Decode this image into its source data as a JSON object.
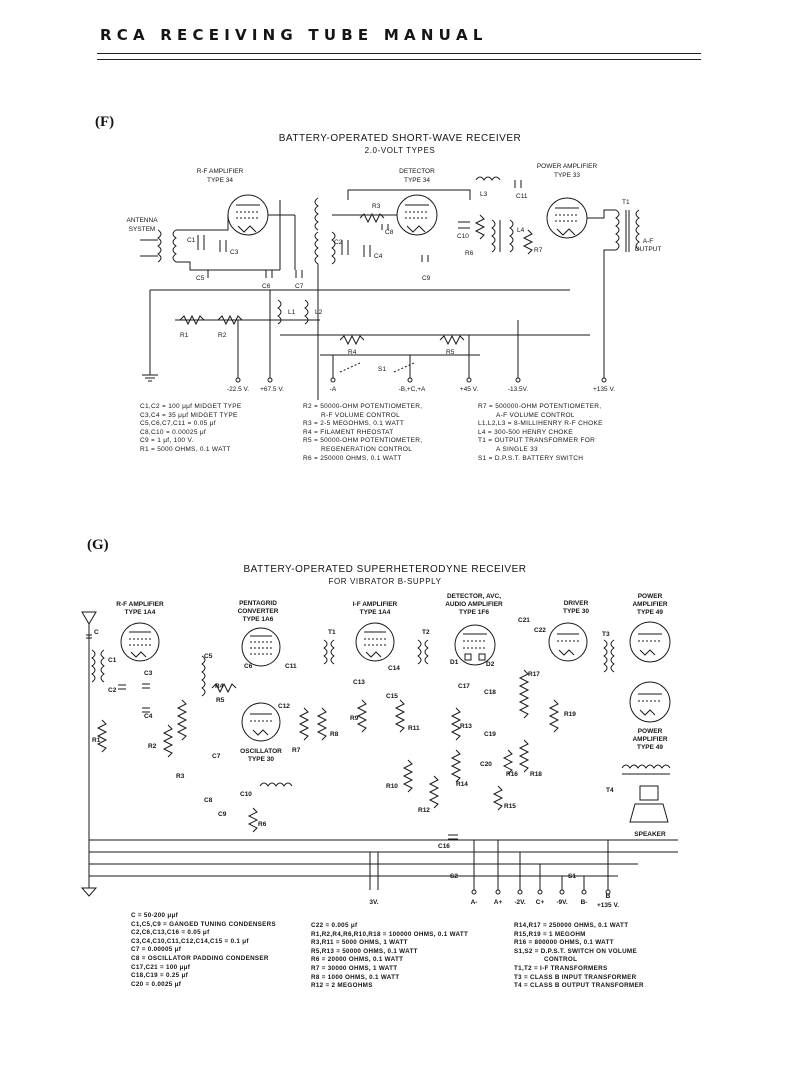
{
  "header": {
    "title": "R C A   R E C E I V I N G   T U B E   M A N U A L"
  },
  "section_f": {
    "label": "(F)",
    "title": "BATTERY-OPERATED SHORT-WAVE RECEIVER",
    "subtitle": "2.0-VOLT TYPES",
    "stages": [
      {
        "name": "R-F AMPLIFIER",
        "type": "TYPE 34"
      },
      {
        "name": "DETECTOR",
        "type": "TYPE 34"
      },
      {
        "name": "POWER AMPLIFIER",
        "type": "TYPE 33"
      }
    ],
    "antenna": [
      "ANTENNA",
      "SYSTEM"
    ],
    "output": [
      "A-F",
      "OUTPUT"
    ],
    "components": [
      "C1",
      "C2",
      "C3",
      "C4",
      "C5",
      "C6",
      "C7",
      "C8",
      "C9",
      "C10",
      "C11",
      "R1",
      "R2",
      "R3",
      "R4",
      "R5",
      "R6",
      "R7",
      "L1",
      "L2",
      "L3",
      "L4",
      "T1",
      "S1"
    ],
    "terminals": [
      "-22.5 V.",
      "+67.5 V.",
      "-A",
      "-B,+C,+A",
      "+45 V.",
      "-13.5V.",
      "+135 V."
    ],
    "legend_col1": [
      "C1,C2 = 100 μμf MIDGET TYPE",
      "C3,C4 = 35 μμf MIDGET TYPE",
      "C5,C6,C7,C11 = 0.05 μf",
      "C8,C10 = 0.00025 μf",
      "C9 = 1 μf, 100 V.",
      "R1 = 5000 OHMS, 0.1 WATT"
    ],
    "legend_col2": [
      "R2 = 50000-OHM POTENTIOMETER,",
      "R-F VOLUME CONTROL",
      "R3 = 2-5 MEGOHMS, 0.1 WATT",
      "R4 = FILAMENT RHEOSTAT",
      "R5 = 50000-OHM POTENTIOMETER,",
      "REGENERATION CONTROL",
      "R6 = 250000 OHMS, 0.1 WATT"
    ],
    "legend_col3": [
      "R7 = 500000-OHM POTENTIOMETER,",
      "A-F VOLUME CONTROL",
      "L1,L2,L3 = 8-MILLIHENRY R-F CHOKE",
      "L4 = 300-500 HENRY CHOKE",
      "T1 = OUTPUT TRANSFORMER FOR",
      "A SINGLE 33",
      "S1 = D.P.S.T. BATTERY SWITCH"
    ]
  },
  "section_g": {
    "label": "(G)",
    "title": "BATTERY-OPERATED SUPERHETERODYNE RECEIVER",
    "subtitle": "FOR VIBRATOR B-SUPPLY",
    "stages": [
      {
        "name": "R-F AMPLIFIER",
        "type": "TYPE 1A4"
      },
      {
        "name": "PENTAGRID",
        "name2": "CONVERTER",
        "type": "TYPE 1A6"
      },
      {
        "name": "I-F AMPLIFIER",
        "type": "TYPE 1A4"
      },
      {
        "name": "DETECTOR, AVC,",
        "name2": "AUDIO AMPLIFIER",
        "type": "TYPE 1F6"
      },
      {
        "name": "DRIVER",
        "type": "TYPE 30"
      },
      {
        "name": "POWER",
        "name2": "AMPLIFIER",
        "type": "TYPE 49"
      }
    ],
    "oscillator": [
      "OSCILLATOR",
      "TYPE 30"
    ],
    "power_amp_lower": [
      "POWER",
      "AMPLIFIER",
      "TYPE 49"
    ],
    "speaker": "SPEAKER",
    "terminals": [
      "3V.",
      "A-",
      "A+",
      "-2V.",
      "C+",
      "-9V.",
      "B-",
      "B",
      "+135 V."
    ],
    "legend_col1": [
      "C = 50-200 μμf",
      "C1,C5,C9 = GANGED TUNING CONDENSERS",
      "C2,C6,C13,C16 = 0.05 μf",
      "C3,C4,C10,C11,C12,C14,C15 = 0.1 μf",
      "C7 = 0.00005 μf",
      "C8 = OSCILLATOR PADDING CONDENSER",
      "C17,C21 = 100 μμf",
      "C18,C19 = 0.25 μf",
      "C20 = 0.0025 μf"
    ],
    "legend_col2": [
      "C22 = 0.005 μf",
      "R1,R2,R4,R6,R10,R18 = 100000 OHMS, 0.1 WATT",
      "R3,R11 = 5000 OHMS, 1 WATT",
      "R5,R13 = 50000 OHMS, 0.1 WATT",
      "R6 = 20000 OHMS, 0.1 WATT",
      "R7 = 30000 OHMS, 1 WATT",
      "R8 = 1000 OHMS, 0.1 WATT",
      "R12 = 2 MEGOHMS"
    ],
    "legend_col3": [
      "R14,R17 = 250000 OHMS, 0.1 WATT",
      "R15,R19 = 1 MEGOHM",
      "R16 = 800000 OHMS, 0.1 WATT",
      "S1,S2 = D.P.S.T. SWITCH ON VOLUME",
      "CONTROL",
      "T1,T2 = I-F TRANSFORMERS",
      "T3 = CLASS B INPUT TRANSFORMER",
      "T4 = CLASS B OUTPUT TRANSFORMER"
    ]
  }
}
